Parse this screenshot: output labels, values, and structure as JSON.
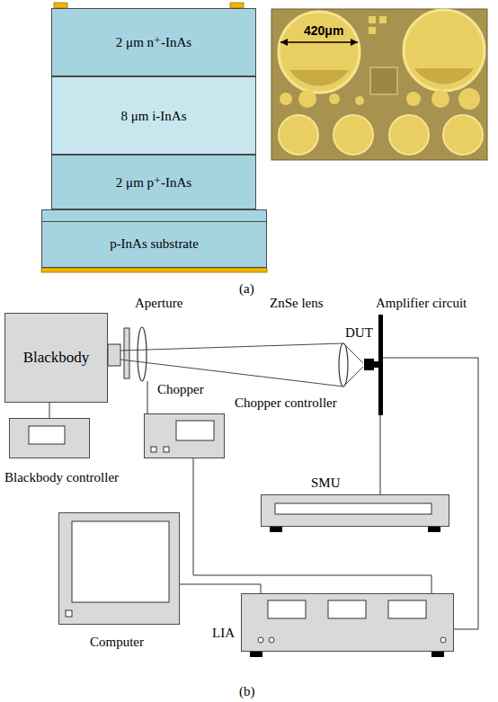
{
  "diagram": {
    "nodes": [
      {
        "text": [
          "2 μm n⁺-InAs"
        ]
      },
      {
        "text": [
          "8 μm i-InAs"
        ]
      },
      {
        "text": [
          "2 μm p⁺-InAs"
        ]
      },
      {
        "text": [
          "p-InAs substrate"
        ]
      },
      {
        "text": [
          "Blackbody"
        ]
      },
      {
        "text": [
          "Blackbody controller"
        ]
      },
      {
        "text": [
          "Chopper controller"
        ]
      },
      {
        "text": [
          "SMU"
        ]
      },
      {
        "text": [
          "Computer"
        ]
      },
      {
        "text": [
          "LIA"
        ]
      }
    ],
    "edges": [
      {
        "from": 4,
        "to": 5,
        "arrow": "none"
      },
      {
        "from": 6,
        "to": 9,
        "arrow": "none"
      },
      {
        "from": 8,
        "to": 9,
        "arrow": "none"
      }
    ],
    "labels": [
      "420μm",
      "(a)",
      "Aperture",
      "ZnSe lens",
      "Amplifier circuit",
      "Chopper",
      "DUT",
      "(b)"
    ]
  }
}
